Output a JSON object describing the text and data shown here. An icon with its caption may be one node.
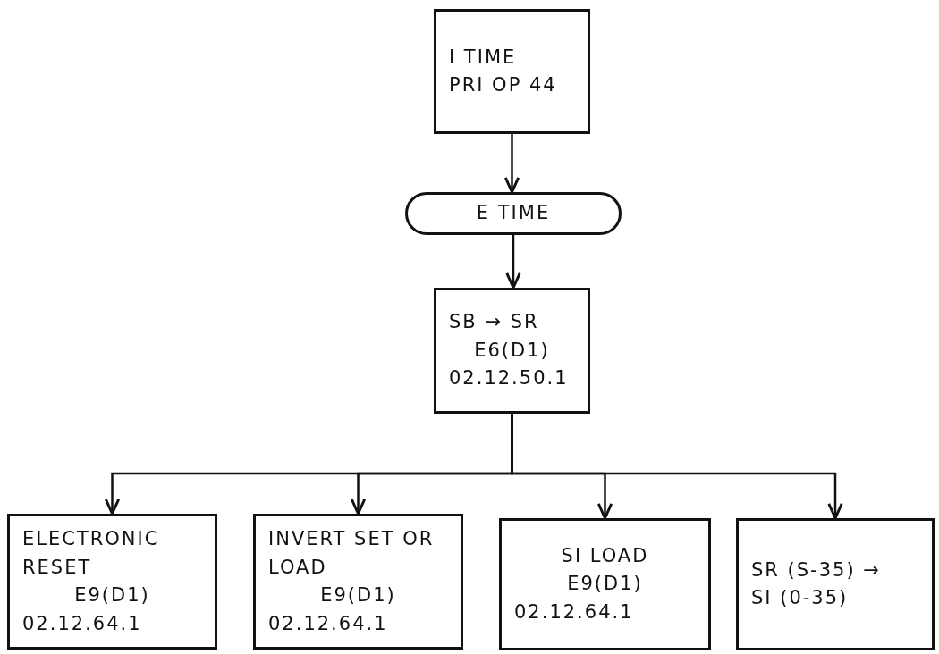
{
  "diagram": {
    "nodes": [
      {
        "text": [
          "I TIME",
          "PRI OP 44"
        ]
      },
      {
        "text": [
          "E TIME"
        ]
      },
      {
        "text": [
          "SB → SR",
          "E6(D1)",
          "02.12.50.1"
        ]
      },
      {
        "text": [
          "ELECTRONIC RESET",
          "E9(D1)",
          "02.12.64.1"
        ]
      },
      {
        "text": [
          "INVERT SET OR LOAD",
          "E9(D1)",
          "02.12.64.1"
        ]
      },
      {
        "text": [
          "SI LOAD",
          "E9(D1)",
          "02.12.64.1"
        ]
      },
      {
        "text": [
          "SR (S-35) →",
          "SI (0-35)"
        ]
      }
    ],
    "edges": [
      {
        "from": 0,
        "to": 1,
        "arrow": "to"
      },
      {
        "from": 1,
        "to": 2,
        "arrow": "to"
      },
      {
        "from": 2,
        "to": 3,
        "arrow": "to"
      },
      {
        "from": 2,
        "to": 4,
        "arrow": "to"
      },
      {
        "from": 2,
        "to": 5,
        "arrow": "to"
      },
      {
        "from": 2,
        "to": 6,
        "arrow": "to"
      }
    ]
  }
}
